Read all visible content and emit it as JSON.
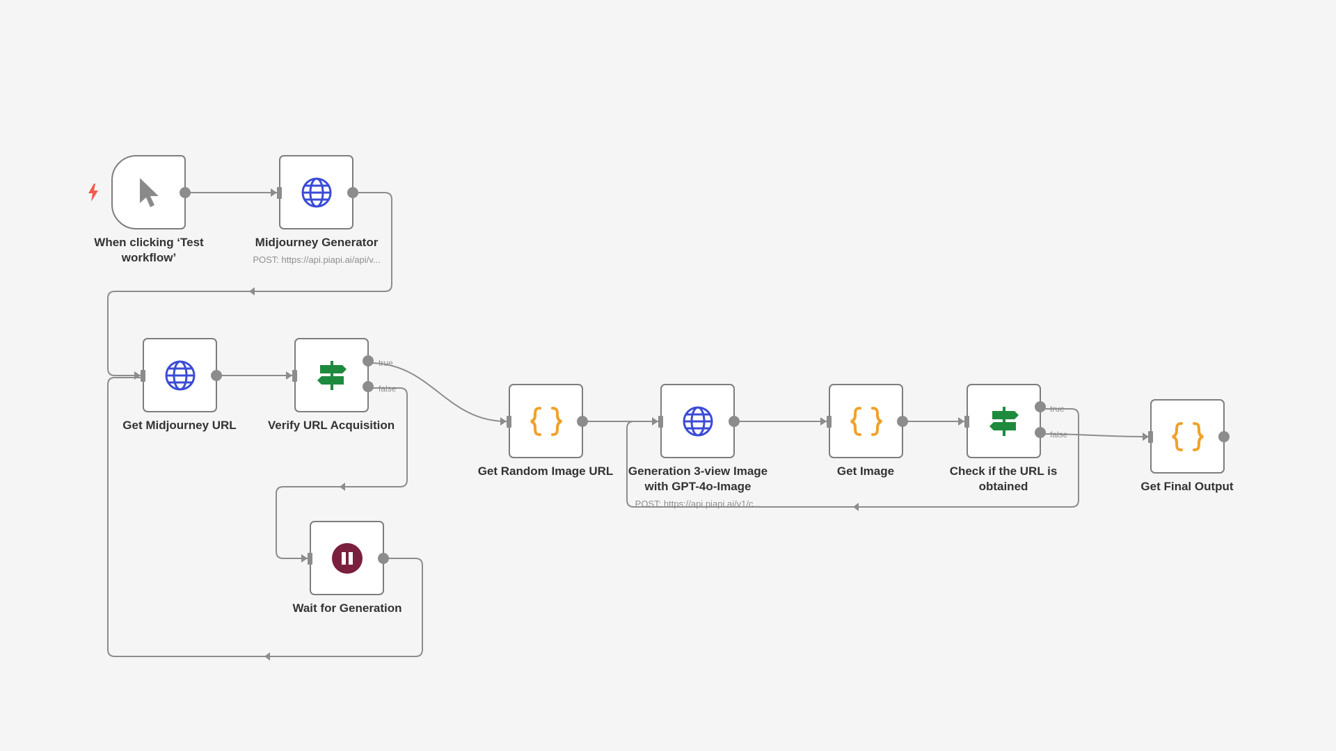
{
  "nodes": {
    "trigger": {
      "label": "When clicking ‘Test workflow’",
      "icon": "cursor-icon"
    },
    "midjourney_generator": {
      "label": "Midjourney Generator",
      "subtitle": "POST: https://api.piapi.ai/api/v...",
      "icon": "globe-icon"
    },
    "get_midjourney_url": {
      "label": "Get Midjourney URL",
      "icon": "globe-icon"
    },
    "verify_url_acquisition": {
      "label": "Verify URL Acquisition",
      "icon": "signpost-icon"
    },
    "wait_for_generation": {
      "label": "Wait for Generation",
      "icon": "pause-icon"
    },
    "get_random_image_url": {
      "label": "Get Random Image URL",
      "icon": "code-braces-icon"
    },
    "generation_3view": {
      "label": "Generation 3-view Image with GPT-4o-Image",
      "subtitle": "POST: https://api.piapi.ai/v1/c...",
      "icon": "globe-icon"
    },
    "get_image": {
      "label": "Get Image",
      "icon": "code-braces-icon"
    },
    "check_url_obtained": {
      "label": "Check if the URL is obtained",
      "icon": "signpost-icon"
    },
    "get_final_output": {
      "label": "Get Final Output",
      "icon": "code-braces-icon"
    }
  },
  "branch_labels": {
    "true": "true",
    "false": "false"
  },
  "colors": {
    "canvas": "#f5f5f5",
    "node_border": "#7d7d7d",
    "connector": "#8c8c8c",
    "globe": "#3b4bd6",
    "signpost": "#1e8a3e",
    "braces": "#f0a12c",
    "pause_bg": "#7a1f3d",
    "bolt": "#f25a4a"
  }
}
